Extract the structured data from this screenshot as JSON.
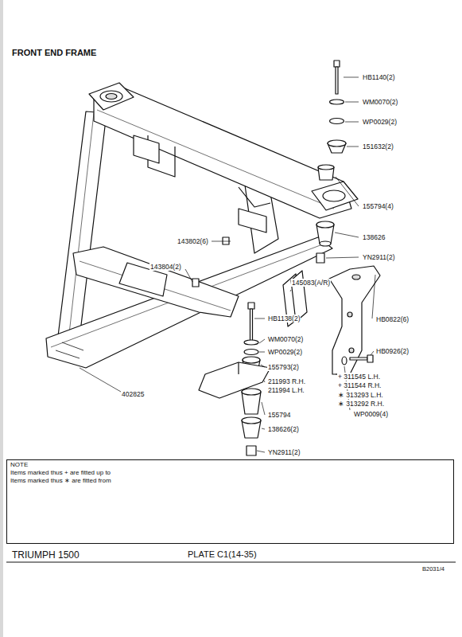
{
  "diagram": {
    "title": "FRONT END FRAME",
    "nodes": [
      {
        "text": [
          "NOTE",
          "Items marked thus + are fitted up to",
          "Items marked thus ∗ are fitted from"
        ]
      }
    ],
    "labels": [
      "HB1140(2)",
      "WM0070(2)",
      "WP0029(2)",
      "151632(2)",
      "155794(4)",
      "138626",
      "YN2911(2)",
      "143802(6)",
      "143804(2)",
      "145083(A/R)",
      "HB0822(6)",
      "HB1138(2)",
      "WM0070(2)",
      "WP0029(2)",
      "155793(2)",
      "211993 R.H.",
      "211994 L.H.",
      "155794",
      "138626(2)",
      "YN2911(2)",
      "402825",
      "HB0926(2)",
      "+ 311545 L.H.",
      "+ 311544 R.H.",
      "∗ 313293 L.H.",
      "∗ 313292 R.H.",
      "WP0009(4)",
      "TRIUMPH 1500",
      "PLATE C1(14-35)",
      "B2031/4"
    ]
  }
}
